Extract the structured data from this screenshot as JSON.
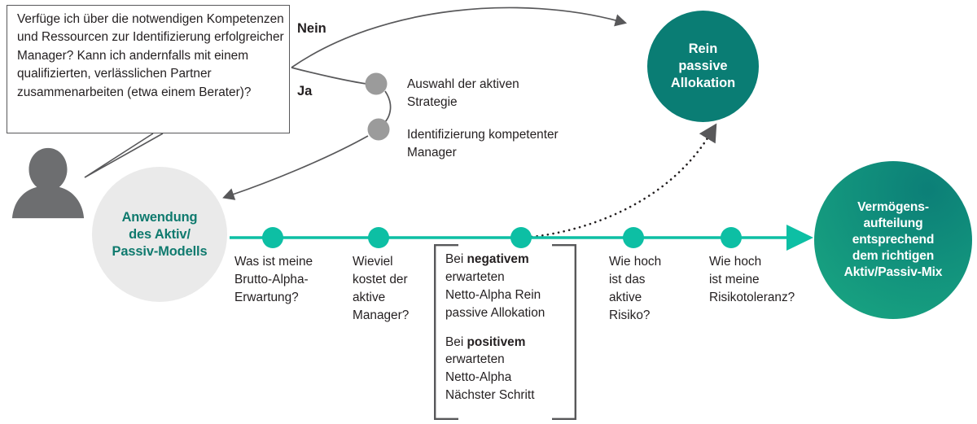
{
  "colors": {
    "teal_dark": "#0a7d74",
    "teal_bright": "#0dbfa4",
    "teal_text": "#0f7a6e",
    "gray_circle": "#eaeaea",
    "gray_node": "#9b9b9b",
    "line_gray": "#58585a",
    "text": "#231f20",
    "white": "#ffffff"
  },
  "speech": {
    "text": "Verfüge ich über die notwendigen Kompetenzen und Ressourcen zur Identifizierung erfolgreicher Manager? Kann ich andernfalls mit einem qualifizierten, verlässlichen Partner zusammenarbeiten (etwa einem Berater)?"
  },
  "branches": {
    "no_label": "Nein",
    "yes_label": "Ja"
  },
  "gray_nodes": [
    {
      "label": "Auswahl der aktiven\nStrategie"
    },
    {
      "label": "Identifizierung kompetenter\nManager"
    }
  ],
  "circles": {
    "start": {
      "label": "Anwendung\ndes Aktiv/\nPassiv-Modells"
    },
    "passive": {
      "label": "Rein\npassive\nAllokation"
    },
    "outcome": {
      "label": "Vermögens-\naufteilung\nentsprechend\ndem richtigen\nAktiv/Passiv-Mix"
    }
  },
  "timeline": {
    "steps": [
      {
        "index": 0,
        "label": "Was ist meine\nBrutto-Alpha-\nErwartung?"
      },
      {
        "index": 1,
        "label": "Wieviel\nkostet der\naktive\nManager?"
      },
      {
        "index": 2,
        "label": ""
      },
      {
        "index": 3,
        "label": "Wie hoch\nist das\naktive\nRisiko?"
      },
      {
        "index": 4,
        "label": "Wie hoch\nist meine\nRisikotoleranz?"
      }
    ]
  },
  "callout": {
    "negative": {
      "lead": "Bei ",
      "emphasis": "negativem",
      "rest": "\nerwarteten\nNetto-Alpha Rein\npassive Allokation"
    },
    "positive": {
      "lead": "Bei ",
      "emphasis": "positivem",
      "rest": "\nerwarteten\nNetto-Alpha\nNächster Schritt"
    }
  }
}
